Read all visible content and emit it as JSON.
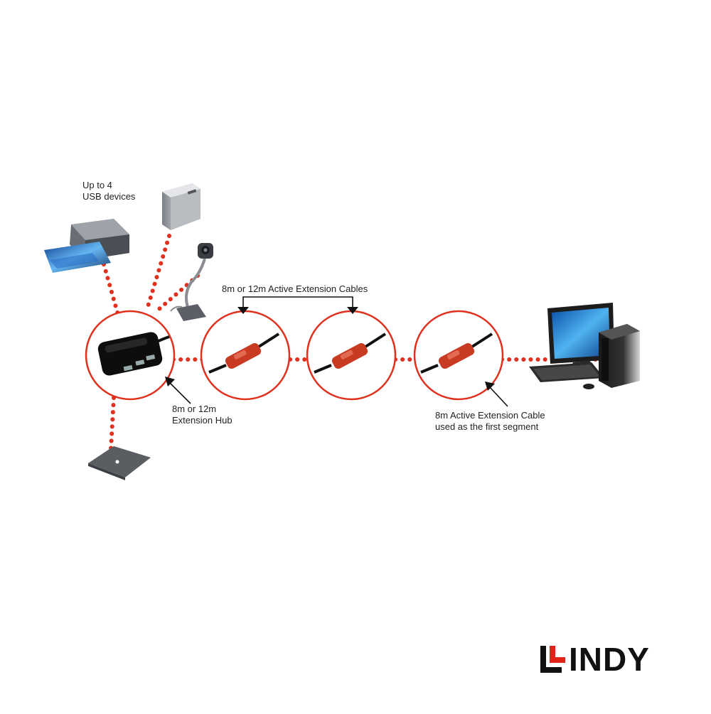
{
  "labels": {
    "usb_devices_line1": "Up to 4",
    "usb_devices_line2": "USB devices",
    "active_cables": "8m or 12m Active Extension Cables",
    "hub_line1": "8m or 12m",
    "hub_line2": "Extension Hub",
    "first_segment_line1": "8m Active Extension Cable",
    "first_segment_line2": "used as the first segment"
  },
  "logo": {
    "brand_text": "INDY",
    "brand_full": "LINDY"
  },
  "colors": {
    "dot": "#e0301e",
    "circle": "#e0301e",
    "cable_body": "#c83a22",
    "arrow": "#111111",
    "logo_red": "#e2231a",
    "logo_black": "#111111"
  },
  "icons": [
    "printer-icon",
    "external-hdd-icon",
    "webcam-icon",
    "usb-hub-icon",
    "active-cable-icon",
    "desktop-computer-icon",
    "scanner-icon"
  ]
}
